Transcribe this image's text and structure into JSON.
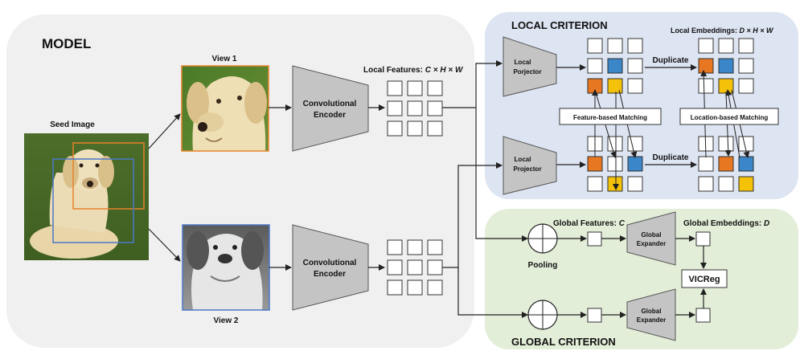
{
  "model_panel": {
    "title": "MODEL"
  },
  "local_panel": {
    "title": "LOCAL CRITERION"
  },
  "global_panel": {
    "title": "GLOBAL CRITERION"
  },
  "seed_image": {
    "label": "Seed Image"
  },
  "view1": {
    "label": "View 1"
  },
  "view2": {
    "label": "View 2"
  },
  "encoder": {
    "label_line1": "Convolutional",
    "label_line2": "Encoder"
  },
  "local_features": {
    "prefix": "Local Features: ",
    "dims": "C × H × W"
  },
  "local_embeddings": {
    "prefix": "Local Embeddings: ",
    "dims": "D × H × W"
  },
  "projector": {
    "label_line1": "Local",
    "label_line2_top": "Porjector",
    "label_line2_bottom": "Projector"
  },
  "duplicate": {
    "label": "Duplicate"
  },
  "feature_matching": {
    "label": "Feature-based Matching"
  },
  "location_matching": {
    "label": "Location-based Matching"
  },
  "global_features": {
    "prefix": "Global Features: ",
    "dims": "C"
  },
  "global_embeddings": {
    "prefix": "Global Embeddings: ",
    "dims": "D"
  },
  "expander": {
    "label_line1": "Global",
    "label_line2": "Expander"
  },
  "pooling": {
    "label": "Pooling"
  },
  "vicreg": {
    "label": "VICReg"
  },
  "colors": {
    "orange": "#e87722",
    "blue": "#3a86c8",
    "yellow": "#f5c20a"
  }
}
